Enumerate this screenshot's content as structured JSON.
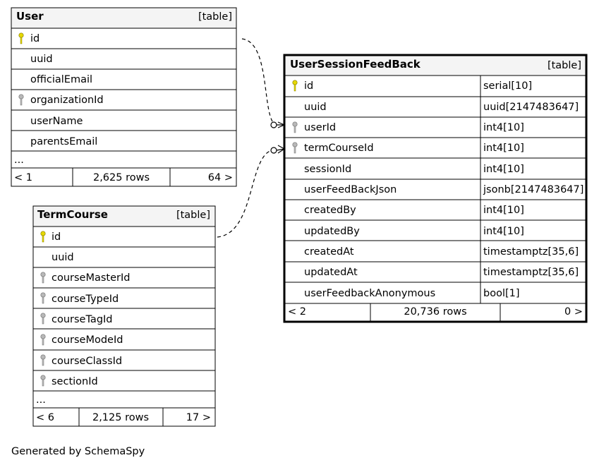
{
  "tables": {
    "user": {
      "name": "User",
      "kind": "[table]",
      "columns": [
        {
          "name": "id",
          "key": "primary"
        },
        {
          "name": "uuid",
          "key": "none"
        },
        {
          "name": "officialEmail",
          "key": "none"
        },
        {
          "name": "organizationId",
          "key": "foreign"
        },
        {
          "name": "userName",
          "key": "none"
        },
        {
          "name": "parentsEmail",
          "key": "none"
        }
      ],
      "more": "...",
      "footer": {
        "parents": "< 1",
        "rows": "2,625 rows",
        "children": "64 >"
      }
    },
    "termcourse": {
      "name": "TermCourse",
      "kind": "[table]",
      "columns": [
        {
          "name": "id",
          "key": "primary"
        },
        {
          "name": "uuid",
          "key": "none"
        },
        {
          "name": "courseMasterId",
          "key": "foreign"
        },
        {
          "name": "courseTypeId",
          "key": "foreign"
        },
        {
          "name": "courseTagId",
          "key": "foreign"
        },
        {
          "name": "courseModeId",
          "key": "foreign"
        },
        {
          "name": "courseClassId",
          "key": "foreign"
        },
        {
          "name": "sectionId",
          "key": "foreign"
        }
      ],
      "more": "...",
      "footer": {
        "parents": "< 6",
        "rows": "2,125 rows",
        "children": "17 >"
      }
    },
    "usersessionfeedback": {
      "name": "UserSessionFeedBack",
      "kind": "[table]",
      "columns": [
        {
          "name": "id",
          "type": "serial[10]",
          "key": "primary"
        },
        {
          "name": "uuid",
          "type": "uuid[2147483647]",
          "key": "none"
        },
        {
          "name": "userId",
          "type": "int4[10]",
          "key": "foreign"
        },
        {
          "name": "termCourseId",
          "type": "int4[10]",
          "key": "foreign"
        },
        {
          "name": "sessionId",
          "type": "int4[10]",
          "key": "none"
        },
        {
          "name": "userFeedBackJson",
          "type": "jsonb[2147483647]",
          "key": "none"
        },
        {
          "name": "createdBy",
          "type": "int4[10]",
          "key": "none"
        },
        {
          "name": "updatedBy",
          "type": "int4[10]",
          "key": "none"
        },
        {
          "name": "createdAt",
          "type": "timestamptz[35,6]",
          "key": "none"
        },
        {
          "name": "updatedAt",
          "type": "timestamptz[35,6]",
          "key": "none"
        },
        {
          "name": "userFeedbackAnonymous",
          "type": "bool[1]",
          "key": "none"
        }
      ],
      "footer": {
        "parents": "< 2",
        "rows": "20,736 rows",
        "children": "0 >"
      }
    }
  },
  "relationships": [
    {
      "from": "User.id",
      "to": "UserSessionFeedBack.userId"
    },
    {
      "from": "TermCourse.id",
      "to": "UserSessionFeedBack.termCourseId"
    }
  ],
  "colors": {
    "header_bg": "#f4f4f4",
    "primary_key": "#e6d800",
    "foreign_key": "#b8b8b8",
    "border": "#000000"
  },
  "generated_by": "Generated by SchemaSpy"
}
